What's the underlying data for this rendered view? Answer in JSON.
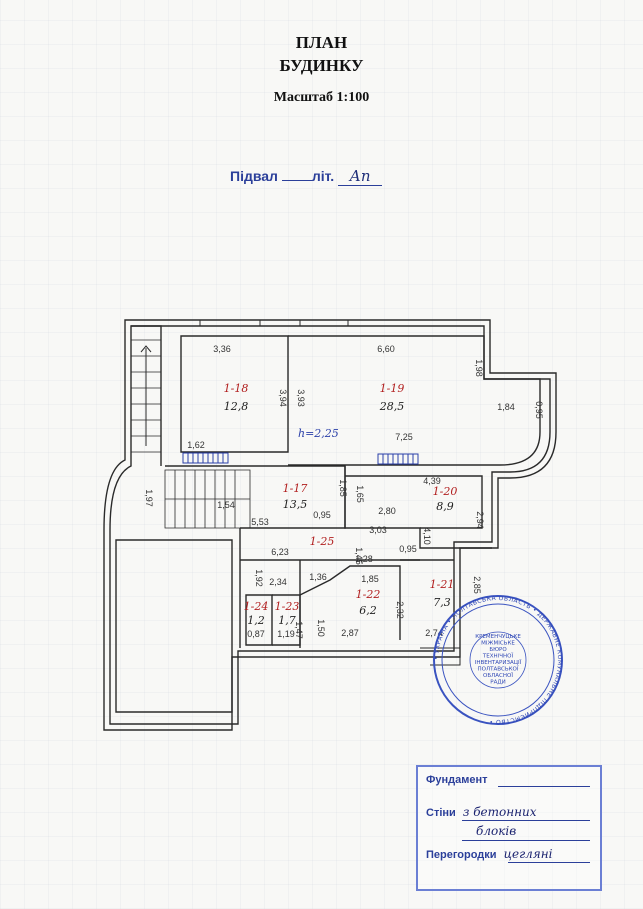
{
  "header": {
    "title_line1": "ПЛАН",
    "title_line2": "БУДИНКУ",
    "scale": "Масштаб 1:100"
  },
  "floor": {
    "label": "Підвал",
    "lit_label": "літ.",
    "lit_value": "Ап"
  },
  "plan": {
    "height_label": "h=2,25",
    "rooms": [
      {
        "id": "1-18",
        "area": "12,8"
      },
      {
        "id": "1-19",
        "area": "28,5"
      },
      {
        "id": "1-17",
        "area": "13,5"
      },
      {
        "id": "1-20",
        "area": "8,9"
      },
      {
        "id": "1-25",
        "area": ""
      },
      {
        "id": "1-22",
        "area": "6,2"
      },
      {
        "id": "1-21",
        "area": "7,3"
      },
      {
        "id": "1-24",
        "area": "1,2"
      },
      {
        "id": "1-23",
        "area": "1,7"
      }
    ],
    "dims": [
      "3,36",
      "6,60",
      "3,94",
      "3,93",
      "1,98",
      "1,84",
      "0,95",
      "1,62",
      "7,25",
      "4,39",
      "1,97",
      "1,54",
      "5,53",
      "0,95",
      "1,85",
      "1,65",
      "2,80",
      "3,03",
      "4,10",
      "2,94",
      "6,23",
      "1,45",
      "1,28",
      "0,95",
      "1,92",
      "2,34",
      "1,36",
      "1,85",
      "2,85",
      "0,87",
      "1,19",
      "1,47",
      "1,50",
      "2,87",
      "2,32",
      "2,74"
    ]
  },
  "stamp": {
    "ring_text": "• УКРАЇНА • ПОЛТАВСЬКА ОБЛАСТЬ • ДЕРЖАВНЕ КОМУНАЛЬНЕ ПІДПРИЄМСТВО •",
    "center_lines": [
      "КРЕМЕНЧУЦЬКЕ",
      "МІЖМІСЬКЕ",
      "БЮРО",
      "ТЕХНІЧНОЇ",
      "ІНВЕНТАРИЗАЦІЇ",
      "ПОЛТАВСЬКОЇ",
      "ОБЛАСНОЇ",
      "РАДИ"
    ],
    "color": "#2f47b5"
  },
  "info_box": {
    "foundation_label": "Фундамент",
    "foundation_value": "",
    "walls_label": "Стіни",
    "walls_value": "з бетонних",
    "walls_value2": "блоків",
    "partitions_label": "Перегородки",
    "partitions_value": "цегляні"
  }
}
